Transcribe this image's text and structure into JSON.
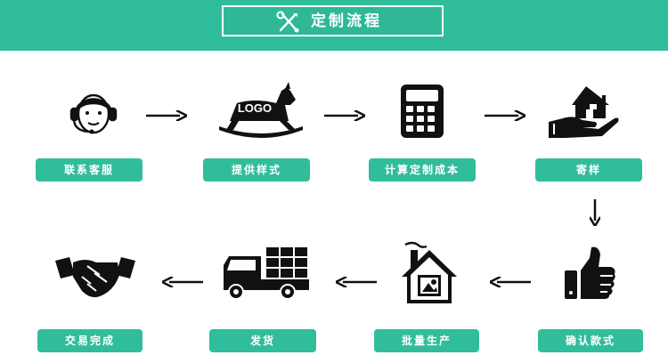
{
  "header": {
    "title": "定制流程",
    "icon": "tools-icon",
    "background_color": "#30bd9b"
  },
  "steps": [
    {
      "label": "联系客服",
      "icon": "customer-service-icon"
    },
    {
      "label": "提供样式",
      "icon": "rocking-horse-logo-icon",
      "icon_text": "LOGO"
    },
    {
      "label": "计算定制成本",
      "icon": "calculator-icon"
    },
    {
      "label": "寄样",
      "icon": "hand-house-icon"
    },
    {
      "label": "确认款式",
      "icon": "thumbs-up-icon"
    },
    {
      "label": "批量生产",
      "icon": "factory-house-icon"
    },
    {
      "label": "发货",
      "icon": "delivery-truck-icon"
    },
    {
      "label": "交易完成",
      "icon": "handshake-icon"
    }
  ],
  "colors": {
    "accent": "#30bd9b",
    "icon": "#111111"
  }
}
